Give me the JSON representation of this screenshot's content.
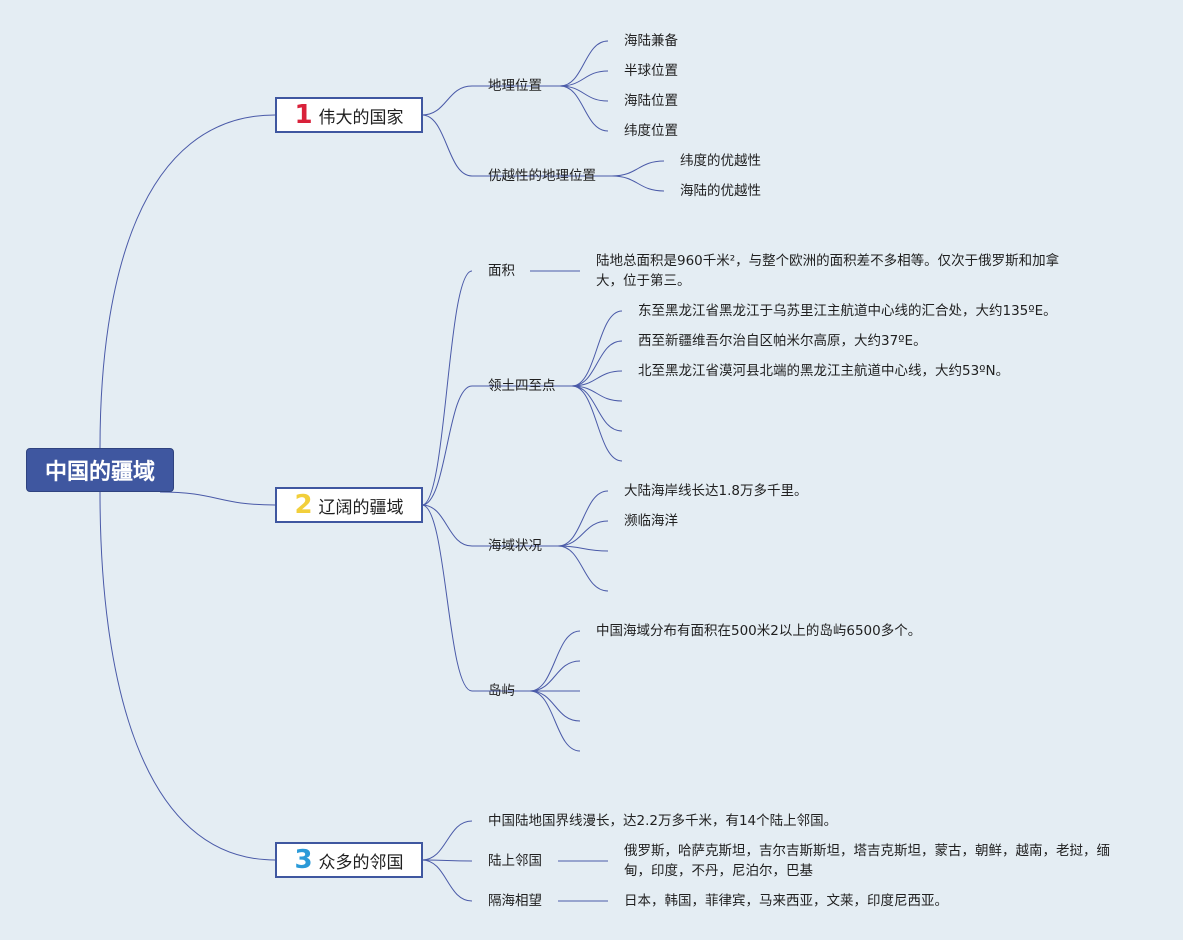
{
  "root": {
    "title": "中国的疆域"
  },
  "colors": {
    "background": "#e4edf3",
    "root_fill": "#3f57a0",
    "connector": "#4a5aa8",
    "num1": "#d9213a",
    "num2": "#f2cf3b",
    "num3": "#2a9ad8"
  },
  "branches": [
    {
      "num": "1",
      "title": "伟大的国家",
      "children": [
        {
          "label": "地理位置",
          "items": [
            "海陆兼备",
            "半球位置",
            "海陆位置",
            "纬度位置"
          ]
        },
        {
          "label": "优越性的地理位置",
          "items": [
            "纬度的优越性",
            "海陆的优越性"
          ]
        }
      ]
    },
    {
      "num": "2",
      "title": "辽阔的疆域",
      "children": [
        {
          "label": "面积",
          "items": [
            "陆地总面积是960千米²，与整个欧洲的面积差不多相等。仅次于俄罗斯和加拿大，位于第三。"
          ]
        },
        {
          "label": "领土四至点",
          "items": [
            "东至黑龙江省黑龙江于乌苏里江主航道中心线的汇合处，大约135ºE。",
            "西至新疆维吾尔治自区帕米尔高原，大约37ºE。",
            "北至黑龙江省漠河县北端的黑龙江主航道中心线，大约53ºN。"
          ]
        },
        {
          "label": "海域状况",
          "items": [
            "大陆海岸线长达1.8万多千里。",
            "濒临海洋"
          ]
        },
        {
          "label": "岛屿",
          "items": [
            "中国海域分布有面积在500米2以上的岛屿6500多个。"
          ]
        }
      ]
    },
    {
      "num": "3",
      "title": "众多的邻国",
      "children": [
        {
          "label": "中国陆地国界线漫长，达2.2万多千米，有14个陆上邻国。",
          "items": []
        },
        {
          "label": "陆上邻国",
          "items": [
            "俄罗斯，哈萨克斯坦，吉尔吉斯斯坦，塔吉克斯坦，蒙古，朝鲜，越南，老挝，缅甸，印度，不丹，尼泊尔，巴基"
          ]
        },
        {
          "label": "隔海相望",
          "items": [
            "日本，韩国，菲律宾，马来西亚，文莱，印度尼西亚。"
          ]
        }
      ]
    }
  ]
}
